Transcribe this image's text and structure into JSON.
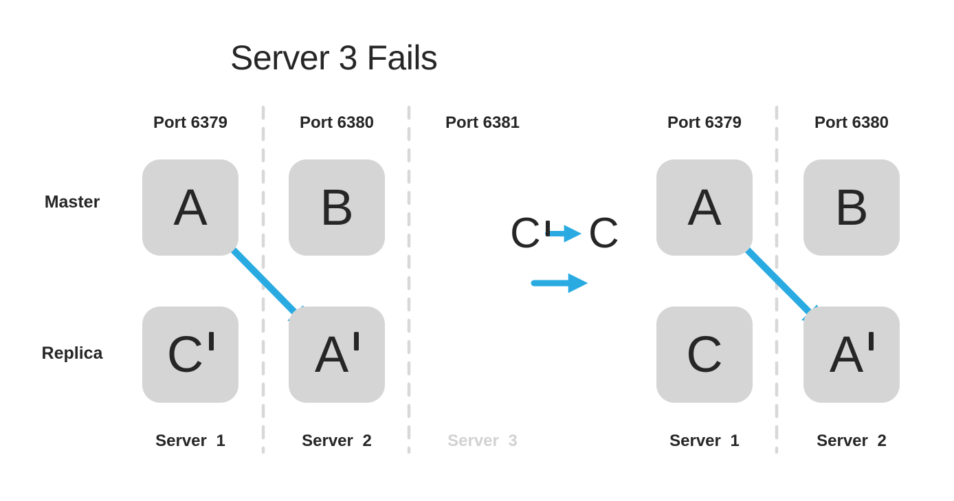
{
  "title": "Server 3 Fails",
  "colors": {
    "background": "#ffffff",
    "box_fill": "#d5d5d5",
    "dashed_line": "#d8d8d8",
    "arrow_blue": "#29abe2",
    "text_dark": "#262626",
    "failed_text": "#d2d2d2"
  },
  "row_labels": {
    "master": "Master",
    "replica": "Replica"
  },
  "left_cluster": {
    "columns": [
      {
        "port": "Port 6379",
        "server": "Server 1",
        "master_letter": "A",
        "master_prime": "",
        "replica_letter": "C",
        "replica_prime": "′"
      },
      {
        "port": "Port 6380",
        "server": "Server 2",
        "master_letter": "B",
        "master_prime": "",
        "replica_letter": "A",
        "replica_prime": "′"
      },
      {
        "port": "Port 6381",
        "server": "Server 3"
      }
    ]
  },
  "right_cluster": {
    "columns": [
      {
        "port": "Port 6379",
        "server": "Server 1",
        "master_letter": "A",
        "master_prime": "",
        "replica_letter": "C",
        "replica_prime": ""
      },
      {
        "port": "Port 6380",
        "server": "Server 2",
        "master_letter": "B",
        "master_prime": "",
        "replica_letter": "A",
        "replica_prime": "′"
      }
    ]
  },
  "promotion": {
    "from_letter": "C",
    "from_prime": "′",
    "to_letter": "C"
  }
}
